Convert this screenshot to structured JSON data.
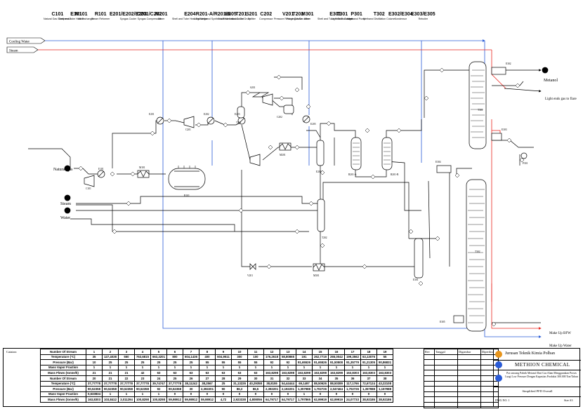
{
  "legend": [
    {
      "code": "C101",
      "name": "Natural Gas Compressor"
    },
    {
      "code": "E101",
      "name": "Shell and Tube Heat Exchanger"
    },
    {
      "code": "M101",
      "name": "Mixer"
    },
    {
      "code": "R101",
      "name": "Steam Reformer"
    },
    {
      "code": "E201/E202/E203",
      "name": "Syngas Cooler"
    },
    {
      "code": "C201/C202",
      "name": "Syngas Compression"
    },
    {
      "code": "M201",
      "name": "Mixer"
    },
    {
      "code": "E204",
      "name": "Shell and Tube Heat Exchanger"
    },
    {
      "code": "R201-A/R201-B",
      "name": "Lurgi Methanol Synthesis Reactors"
    },
    {
      "code": "E205",
      "name": "Crude Methanol Cooler"
    },
    {
      "code": "T201",
      "name": "Knock Out Drum"
    },
    {
      "code": "S201",
      "name": "Splitter"
    },
    {
      "code": "C202",
      "name": "Compressor"
    },
    {
      "code": "V201",
      "name": "Pressure Reducing Valve"
    },
    {
      "code": "T202",
      "name": "Purge Gas Scrubber"
    },
    {
      "code": "M301",
      "name": "Mixer"
    },
    {
      "code": "E301",
      "name": "Shell and Tube Heat Exchanger"
    },
    {
      "code": "T301",
      "name": "Light Ends Column"
    },
    {
      "code": "P301",
      "name": "Methanol Pump"
    },
    {
      "code": "T302",
      "name": "Methanol Distillation Column"
    },
    {
      "code": "E302/E304",
      "name": "Kondensor"
    },
    {
      "code": "E303/E305",
      "name": "Reboiler"
    }
  ],
  "streams": {
    "cooling_water": "Cooling Water",
    "steam_top": "Steam",
    "natural_gas": "Natural gas",
    "steam": "Steam",
    "water": "Water",
    "metanol": "Metanol",
    "light_ends": "Light ends gas to flare",
    "makeup_bfw": "Make Up BFW",
    "makeup_water": "Make Up Water"
  },
  "tags": {
    "C101": "C101",
    "E101": "E101",
    "M101": "M101",
    "R101": "R101",
    "E201": "E201",
    "C201": "C201",
    "E202": "E202",
    "E203": "E203",
    "S201": "S201",
    "C202": "C202",
    "T201": "T201",
    "M201": "M201",
    "E205": "E205",
    "E204": "E204",
    "R201A": "R201-A",
    "R201B": "R201-B",
    "T202": "T202",
    "V201": "V201",
    "M301": "M301",
    "E301": "E301",
    "T301": "T301",
    "E302": "E302",
    "E303": "E303",
    "P301": "P301",
    "E304": "E304",
    "T302": "T302",
    "E305": "E305"
  },
  "table": {
    "catatan": "Catatan:",
    "top": [
      {
        "label": "Number Of Stream",
        "values": [
          "1",
          "2",
          "3",
          "4",
          "5",
          "6",
          "7",
          "8",
          "9",
          "10",
          "11",
          "12",
          "13",
          "14",
          "15",
          "16",
          "17",
          "18",
          "19"
        ]
      },
      {
        "label": "Temperature (ºC)",
        "values": [
          "35",
          "127,4038",
          "550",
          "763,6815",
          "663,3201",
          "800",
          "604,1436",
          "400",
          "604,9511",
          "300",
          "100",
          "176,2618",
          "58,80865",
          "191",
          "262,7719",
          "265,0042",
          "199,3562",
          "63,13076",
          "55"
        ]
      },
      {
        "label": "Pressure (Bar)",
        "values": [
          "10",
          "25",
          "25",
          "25",
          "25",
          "25",
          "25",
          "55",
          "55",
          "55",
          "55",
          "92",
          "92",
          "91,65526",
          "91,65526",
          "91,50508",
          "91,35779",
          "91,21305",
          "90,86831"
        ]
      },
      {
        "label": "Mass Vapor Fraction",
        "values": [
          "1",
          "1",
          "1",
          "1",
          "1",
          "1",
          "1",
          "1",
          "1",
          "1",
          "1",
          "1",
          "1",
          "1",
          "1",
          "1",
          "1",
          "1",
          "1"
        ]
      },
      {
        "label": "Mass Flows (tonne/h)",
        "values": [
          "21",
          "21",
          "21",
          "42",
          "63",
          "63",
          "63",
          "63",
          "63",
          "63",
          "63",
          "163,8298",
          "163,8298",
          "163,8298",
          "163,8298",
          "163,8298",
          "163,8303",
          "163,8303",
          "163,8303"
        ]
      }
    ],
    "bottom": [
      {
        "label": "Number Of Stream",
        "values": [
          "20",
          "21",
          "22",
          "23",
          "24",
          "25",
          "26",
          "27",
          "28",
          "29",
          "30",
          "31",
          "32",
          "33",
          "34",
          "35",
          "36",
          "37",
          "38"
        ]
      },
      {
        "label": "Temperature (ºC)",
        "values": [
          "37,77778",
          "37,77778",
          "37,77778",
          "37,77778",
          "39,74747",
          "37,77778",
          "38,11242",
          "38,2567",
          "25",
          "31,13226",
          "40,29358",
          "38,8155",
          "54,44444",
          "69,1497",
          "88,50626",
          "88,50389",
          "117,1766",
          "72,67124",
          "43,22108"
        ]
      },
      {
        "label": "Pressure (Bar)",
        "values": [
          "90,52358",
          "90,52358",
          "90,52358",
          "90,52358",
          "92",
          "90,52358",
          "30",
          "2,392201",
          "90",
          "86,3",
          "86,5",
          "2,392201",
          "2,192201",
          "1,357988",
          "1,702726",
          "2,047464",
          "1,702726",
          "1,357988",
          "1,157988"
        ]
      },
      {
        "label": "Mass Vapor Fraction",
        "values": [
          "0,633834",
          "1",
          "1",
          "1",
          "1",
          "0",
          "0",
          "0",
          "0",
          "0",
          "0",
          "0",
          "0",
          "1",
          "0",
          "0",
          "0",
          "0",
          "0"
        ]
      },
      {
        "label": "Mass Flows (tonne/h)",
        "values": [
          "163,8303",
          "103,8412",
          "3,011294",
          "100,8298",
          "100,8298",
          "59,98912",
          "59,98912",
          "59,98912",
          "4,72",
          "2,923338",
          "4,808056",
          "64,79717",
          "64,79717",
          "1,797865",
          "62,99919",
          "62,99919",
          "24,07733",
          "38,92186",
          "38,92186"
        ]
      }
    ]
  },
  "revision": {
    "rev": "Rev",
    "tanggal": "Tanggal",
    "digambar": "Digambar",
    "diperiksa": "Diperiksa"
  },
  "titleblock": {
    "jurusan": "Jurusan Teknik Kimia Polban",
    "company": "METHION CHEMICAL",
    "desc": "Pra rancang Pabrik Metanol Dari Gas Alam Menggunakan Proses Lurgi Low Pressure Dengan Kapasitas Produksi 300.000 Ton/Tahun",
    "drawing": "Simplified PFD Overall",
    "dwg": "DWG NO. 1",
    "size": "Size A3"
  },
  "colors": {
    "steam": "#e8231c",
    "cooling_water": "#2a5bd7",
    "process": "#000000"
  }
}
